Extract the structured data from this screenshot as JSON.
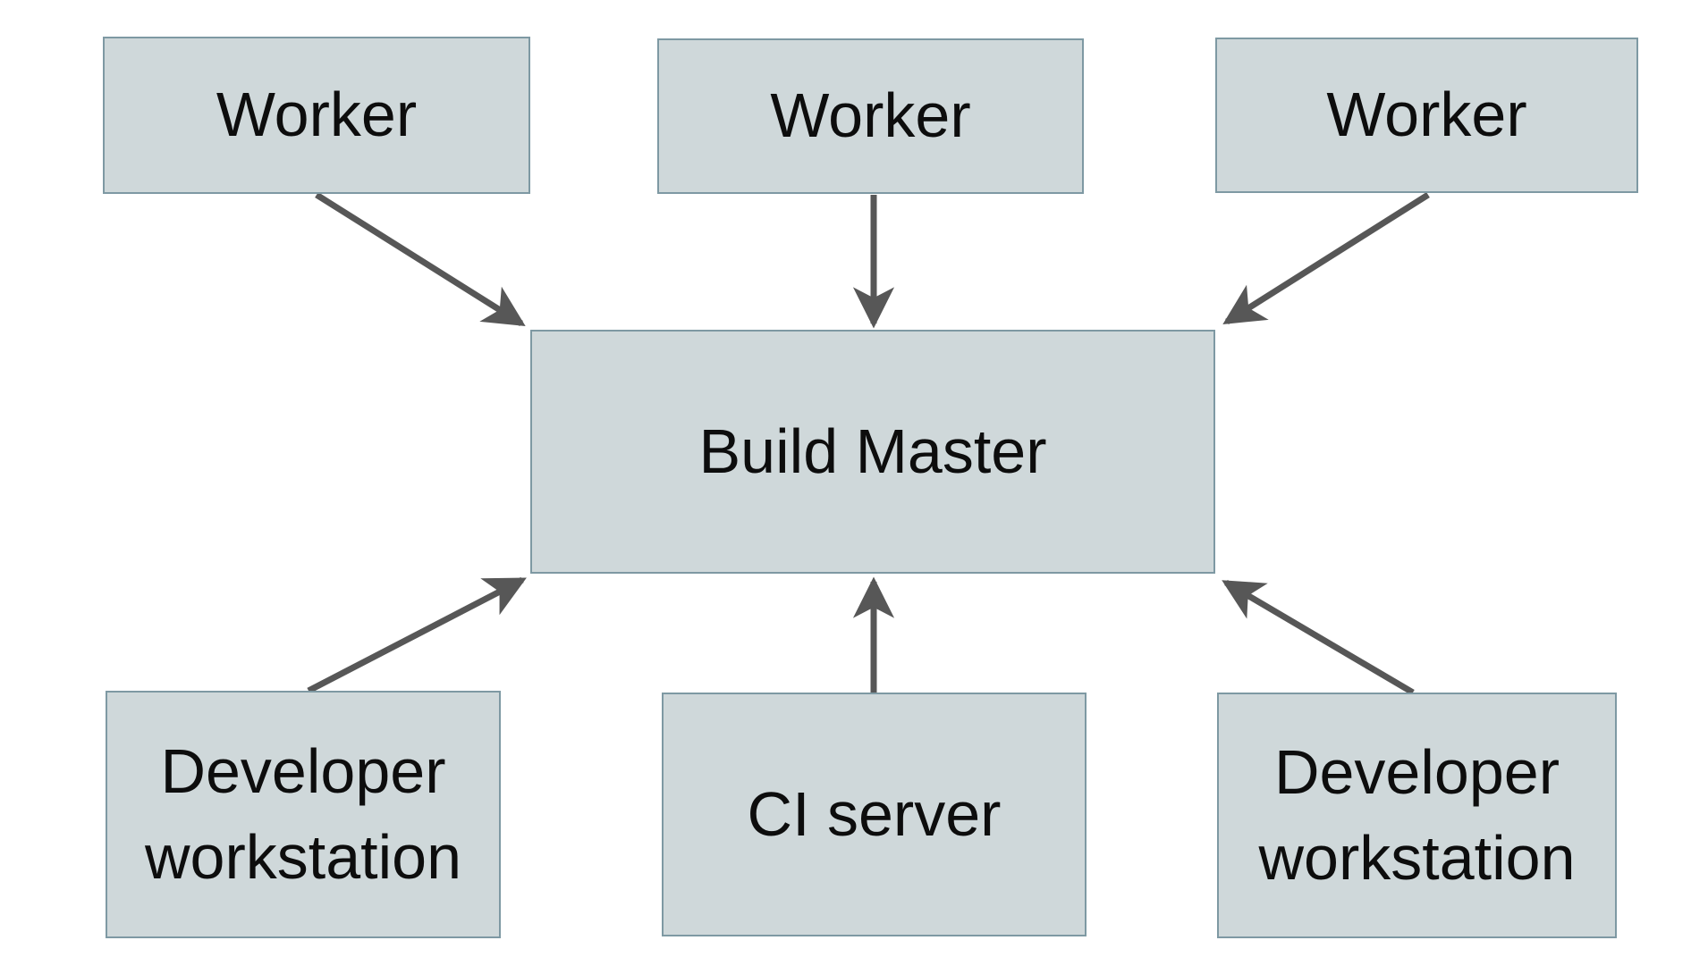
{
  "diagram": {
    "type": "diagram",
    "description": "Distributed build system topology: three Workers, a CI server and two Developer workstations all connect to a central Build Master.",
    "nodes": [
      {
        "id": "worker-1",
        "label": "Worker"
      },
      {
        "id": "worker-2",
        "label": "Worker"
      },
      {
        "id": "worker-3",
        "label": "Worker"
      },
      {
        "id": "build-master",
        "label": "Build Master"
      },
      {
        "id": "developer-workstation-left",
        "label": "Developer workstation"
      },
      {
        "id": "ci-server",
        "label": "CI server"
      },
      {
        "id": "developer-workstation-right",
        "label": "Developer workstation"
      }
    ],
    "edges": [
      {
        "from": "worker-1",
        "to": "build-master"
      },
      {
        "from": "worker-2",
        "to": "build-master"
      },
      {
        "from": "worker-3",
        "to": "build-master"
      },
      {
        "from": "developer-workstation-left",
        "to": "build-master"
      },
      {
        "from": "ci-server",
        "to": "build-master"
      },
      {
        "from": "developer-workstation-right",
        "to": "build-master"
      }
    ],
    "colors": {
      "background": "#ffffff",
      "node_fill": "#cfd8da",
      "node_border": "#7e99a3",
      "arrow": "#575757",
      "text": "#0d0d0d"
    }
  }
}
